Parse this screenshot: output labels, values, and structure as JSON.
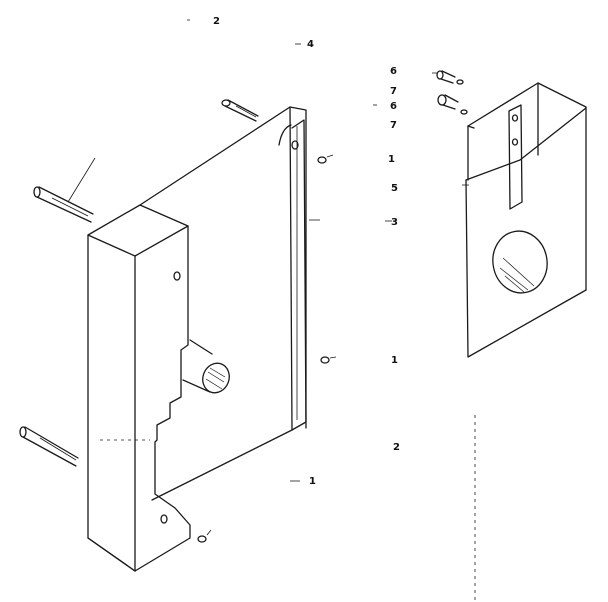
{
  "diagram": {
    "callouts": [
      {
        "id": "c1",
        "text": "2"
      },
      {
        "id": "c2",
        "text": "4"
      },
      {
        "id": "c3",
        "text": "6"
      },
      {
        "id": "c4",
        "text": "7"
      },
      {
        "id": "c5",
        "text": "6"
      },
      {
        "id": "c6",
        "text": "7"
      },
      {
        "id": "c7",
        "text": "1"
      },
      {
        "id": "c8",
        "text": "5"
      },
      {
        "id": "c9",
        "text": "3"
      },
      {
        "id": "c10",
        "text": "1"
      },
      {
        "id": "c11",
        "text": "2"
      },
      {
        "id": "c12",
        "text": "1"
      }
    ]
  }
}
